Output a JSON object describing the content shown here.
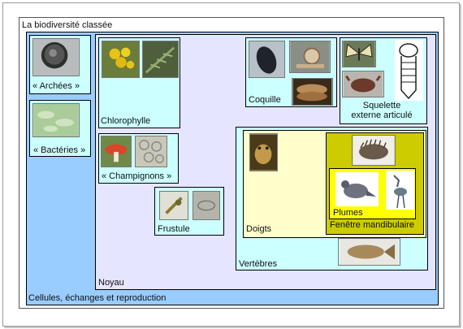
{
  "title": "La biodiversité classée",
  "groups": {
    "cellules": "Cellules, échanges et reproduction",
    "noyau": "Noyau",
    "archees": "« Archées »",
    "bacteries": "« Bactéries »",
    "chlorophylle": "Chlorophylle",
    "champignons": "« Champignons »",
    "frustule": "Frustule",
    "coquille": "Coquille",
    "squelette": "Squelette\nexterne articulé",
    "vertebres": "Vertèbres",
    "doigts": "Doigts",
    "fenetre": "Fenêtre mandibulaire",
    "plumes": "Plumes"
  },
  "colors": {
    "cellules_bg": "#99ccff",
    "noyau_bg": "#e5e5ff",
    "cyan_bg": "#ccffff",
    "doigts_bg": "#ffffcc",
    "fenetre_bg": "#cccc00",
    "plumes_bg": "#ffff00"
  }
}
